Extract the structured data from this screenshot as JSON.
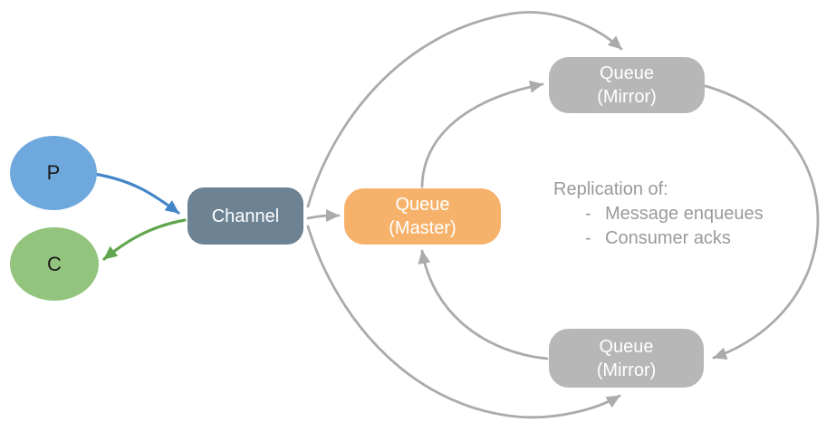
{
  "diagram": {
    "background": "#ffffff",
    "arrow_color": "#ABABAB"
  },
  "nodes": {
    "producer": {
      "label": "P",
      "fill": "#6FA8DC",
      "text_color": "#1a1a1a"
    },
    "consumer": {
      "label": "C",
      "fill": "#93C47D",
      "text_color": "#1a1a1a"
    },
    "channel": {
      "label": "Channel",
      "fill": "#6D8394",
      "text_color": "#FFFFFF"
    },
    "queue_master": {
      "line1": "Queue",
      "line2": "(Master)",
      "fill": "#F6B26B",
      "text_color": "#FFFFFF"
    },
    "queue_mirror_top": {
      "line1": "Queue",
      "line2": "(Mirror)",
      "fill": "#B7B7B7",
      "text_color": "#FFFFFF"
    },
    "queue_mirror_bottom": {
      "line1": "Queue",
      "line2": "(Mirror)",
      "fill": "#B7B7B7",
      "text_color": "#FFFFFF"
    }
  },
  "edges": {
    "producer_to_channel": {
      "color": "#4385C8"
    },
    "channel_to_consumer": {
      "color": "#62A54F"
    }
  },
  "annotation": {
    "title": "Replication of:",
    "bullet": "-",
    "items": [
      "Message enqueues",
      "Consumer acks"
    ],
    "color": "#9A9A9A"
  }
}
